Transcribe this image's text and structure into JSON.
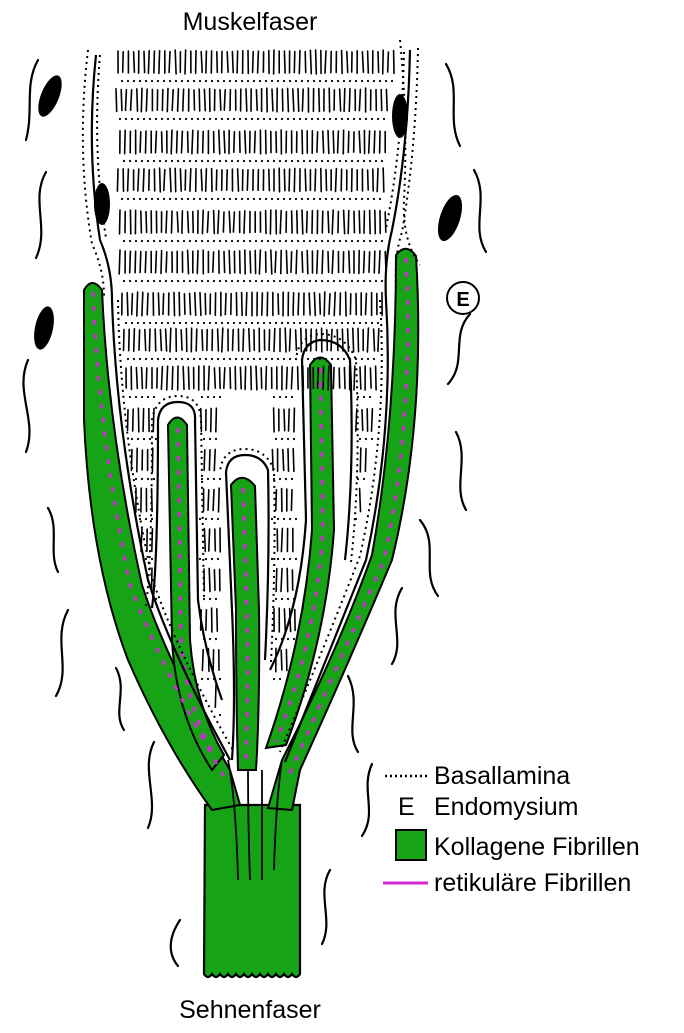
{
  "labels": {
    "top": "Muskelfaser",
    "bottom": "Sehnenfaser",
    "endomysium_marker": "E"
  },
  "legend": [
    {
      "key": "basallamina",
      "symbol": "dotted-line",
      "text": "Basallamina"
    },
    {
      "key": "endomysium",
      "symbol": "E",
      "text": "Endomysium"
    },
    {
      "key": "kollagen",
      "symbol": "green-square",
      "text": "Kollagene Fibrillen"
    },
    {
      "key": "retikulaer",
      "symbol": "magenta-line",
      "text": "retikuläre Fibrillen"
    }
  ],
  "colors": {
    "collagen": "#16a316",
    "reticular": "#d12ad6",
    "ink": "#000000",
    "background": "#ffffff"
  }
}
